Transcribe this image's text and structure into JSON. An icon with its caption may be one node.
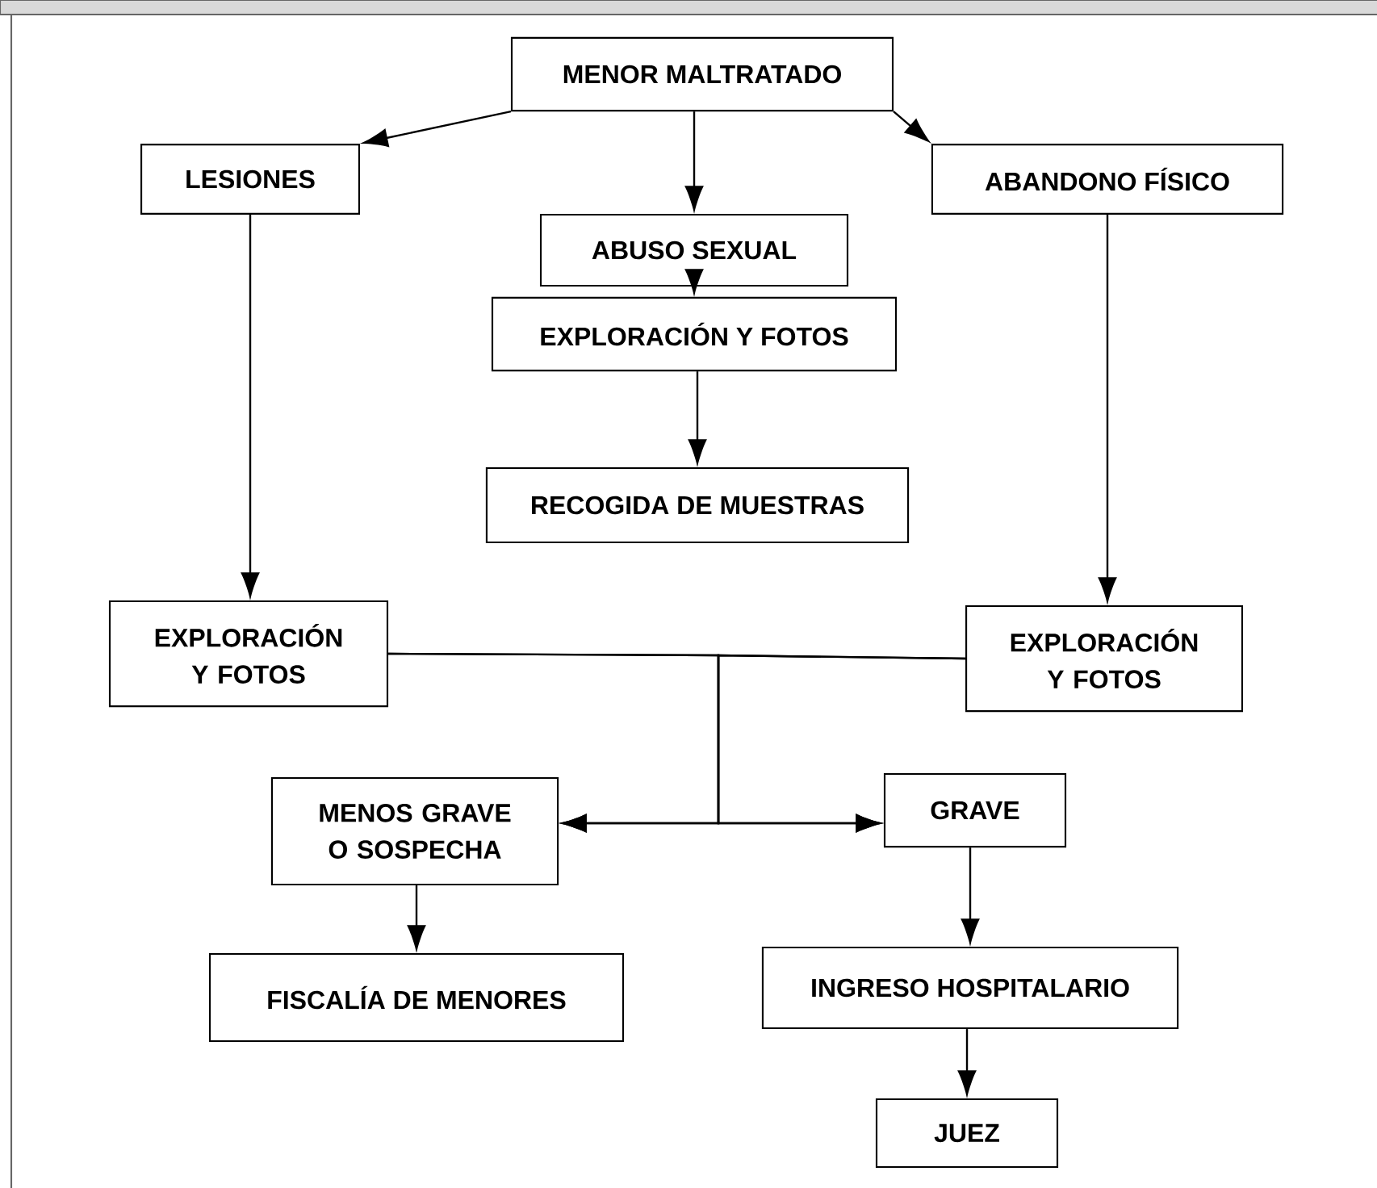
{
  "diagram": {
    "nodes": [
      {
        "text": [
          "MENOR MALTRATADO"
        ]
      },
      {
        "text": [
          "LESIONES"
        ]
      },
      {
        "text": [
          "ABUSO SEXUAL"
        ]
      },
      {
        "text": [
          "ABANDONO FÍSICO"
        ]
      },
      {
        "text": [
          "EXPLORACIÓN Y FOTOS"
        ]
      },
      {
        "text": [
          "RECOGIDA DE MUESTRAS"
        ]
      },
      {
        "text": [
          "EXPLORACIÓN Y FOTOS"
        ]
      },
      {
        "text": [
          "EXPLORACIÓN Y FOTOS"
        ]
      },
      {
        "text": [
          "MENOS GRAVE O SOSPECHA"
        ]
      },
      {
        "text": [
          "GRAVE"
        ]
      },
      {
        "text": [
          "FISCALÍA DE MENORES"
        ]
      },
      {
        "text": [
          "INGRESO HOSPITALARIO"
        ]
      },
      {
        "text": [
          "JUEZ"
        ]
      }
    ],
    "edges": [
      {
        "from": 0,
        "to": 1,
        "arrow": "to"
      },
      {
        "from": 0,
        "to": 2,
        "arrow": "to"
      },
      {
        "from": 0,
        "to": 3,
        "arrow": "to"
      },
      {
        "from": 2,
        "to": 4,
        "arrow": "to"
      },
      {
        "from": 4,
        "to": 5,
        "arrow": "to"
      },
      {
        "from": 1,
        "to": 6,
        "arrow": "to"
      },
      {
        "from": 3,
        "to": 7,
        "arrow": "to"
      },
      {
        "from": 6,
        "to": 8,
        "arrow": "to"
      },
      {
        "from": 6,
        "to": 9,
        "arrow": "to"
      },
      {
        "from": 7,
        "to": 8,
        "arrow": "to"
      },
      {
        "from": 7,
        "to": 9,
        "arrow": "to"
      },
      {
        "from": 8,
        "to": 10,
        "arrow": "to"
      },
      {
        "from": 9,
        "to": 11,
        "arrow": "to"
      },
      {
        "from": 11,
        "to": 12,
        "arrow": "to"
      }
    ]
  }
}
